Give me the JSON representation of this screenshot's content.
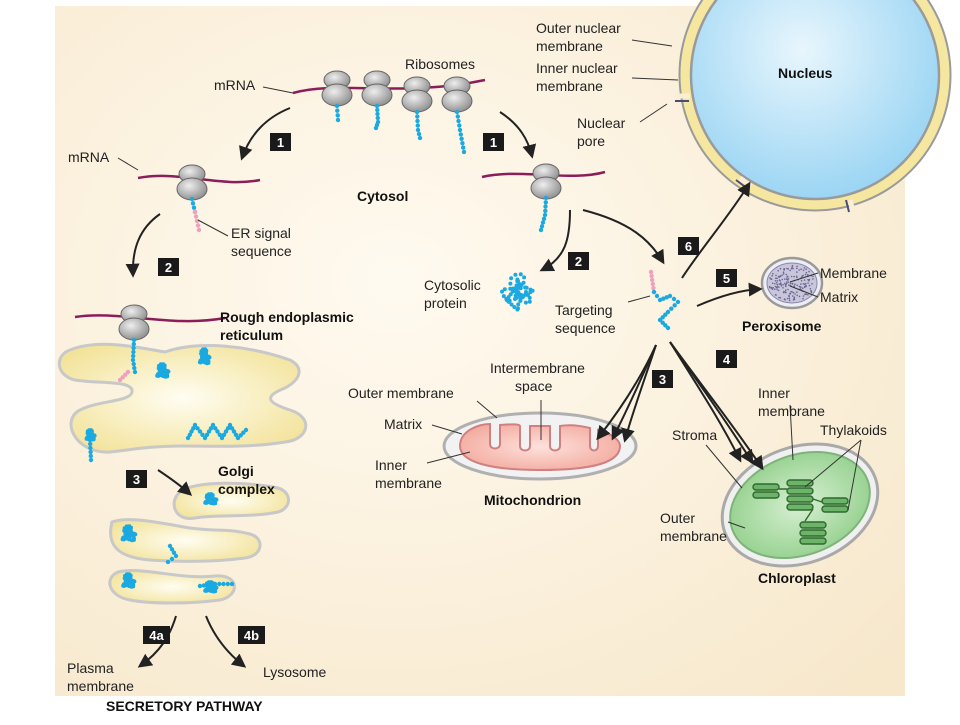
{
  "labels": {
    "outer_nuclear_membrane_1": "Outer nuclear",
    "outer_nuclear_membrane_2": "membrane",
    "inner_nuclear_membrane_1": "Inner nuclear",
    "inner_nuclear_membrane_2": "membrane",
    "nucleus": "Nucleus",
    "nuclear_pore_1": "Nuclear",
    "nuclear_pore_2": "pore",
    "ribosomes": "Ribosomes",
    "mrna_top": "mRNA",
    "mrna_left": "mRNA",
    "cytosol": "Cytosol",
    "er_signal_1": "ER signal",
    "er_signal_2": "sequence",
    "cytosolic_protein_1": "Cytosolic",
    "cytosolic_protein_2": "protein",
    "targeting_sequence_1": "Targeting",
    "targeting_sequence_2": "sequence",
    "membrane": "Membrane",
    "matrix_perox": "Matrix",
    "peroxisome": "Peroxisome",
    "rough_er_1": "Rough endoplasmic",
    "rough_er_2": "reticulum",
    "intermembrane_1": "Intermembrane",
    "intermembrane_2": "space",
    "outer_membrane_mito": "Outer membrane",
    "matrix_mito": "Matrix",
    "inner_membrane_mito_1": "Inner",
    "inner_membrane_mito_2": "membrane",
    "mitochondrion": "Mitochondrion",
    "inner_membrane_chloro_1": "Inner",
    "inner_membrane_chloro_2": "membrane",
    "thylakoids": "Thylakoids",
    "stroma": "Stroma",
    "outer_membrane_chloro_1": "Outer",
    "outer_membrane_chloro_2": "membrane",
    "chloroplast": "Chloroplast",
    "golgi_1": "Golgi",
    "golgi_2": "complex",
    "plasma_membrane_1": "Plasma",
    "plasma_membrane_2": "membrane",
    "lysosome": "Lysosome",
    "secretory_pathway": "SECRETORY PATHWAY"
  },
  "steps": {
    "s1_left": "1",
    "s1_right": "1",
    "s2_left": "2",
    "s2_right": "2",
    "s3_left": "3",
    "s3_right": "3",
    "s4_right": "4",
    "s4a": "4a",
    "s4b": "4b",
    "s5": "5",
    "s6": "6"
  },
  "colors": {
    "background": "#fbeed6",
    "protein": "#1aa9e0",
    "signal": "#f0a0bc",
    "mrna": "#8b1d5a",
    "er": "#f7ebb0",
    "mito": "#f7b9b0",
    "chloro": "#a7d9a1",
    "nucleus": "#a9dcf5",
    "step_box": "#1a1a1a"
  }
}
